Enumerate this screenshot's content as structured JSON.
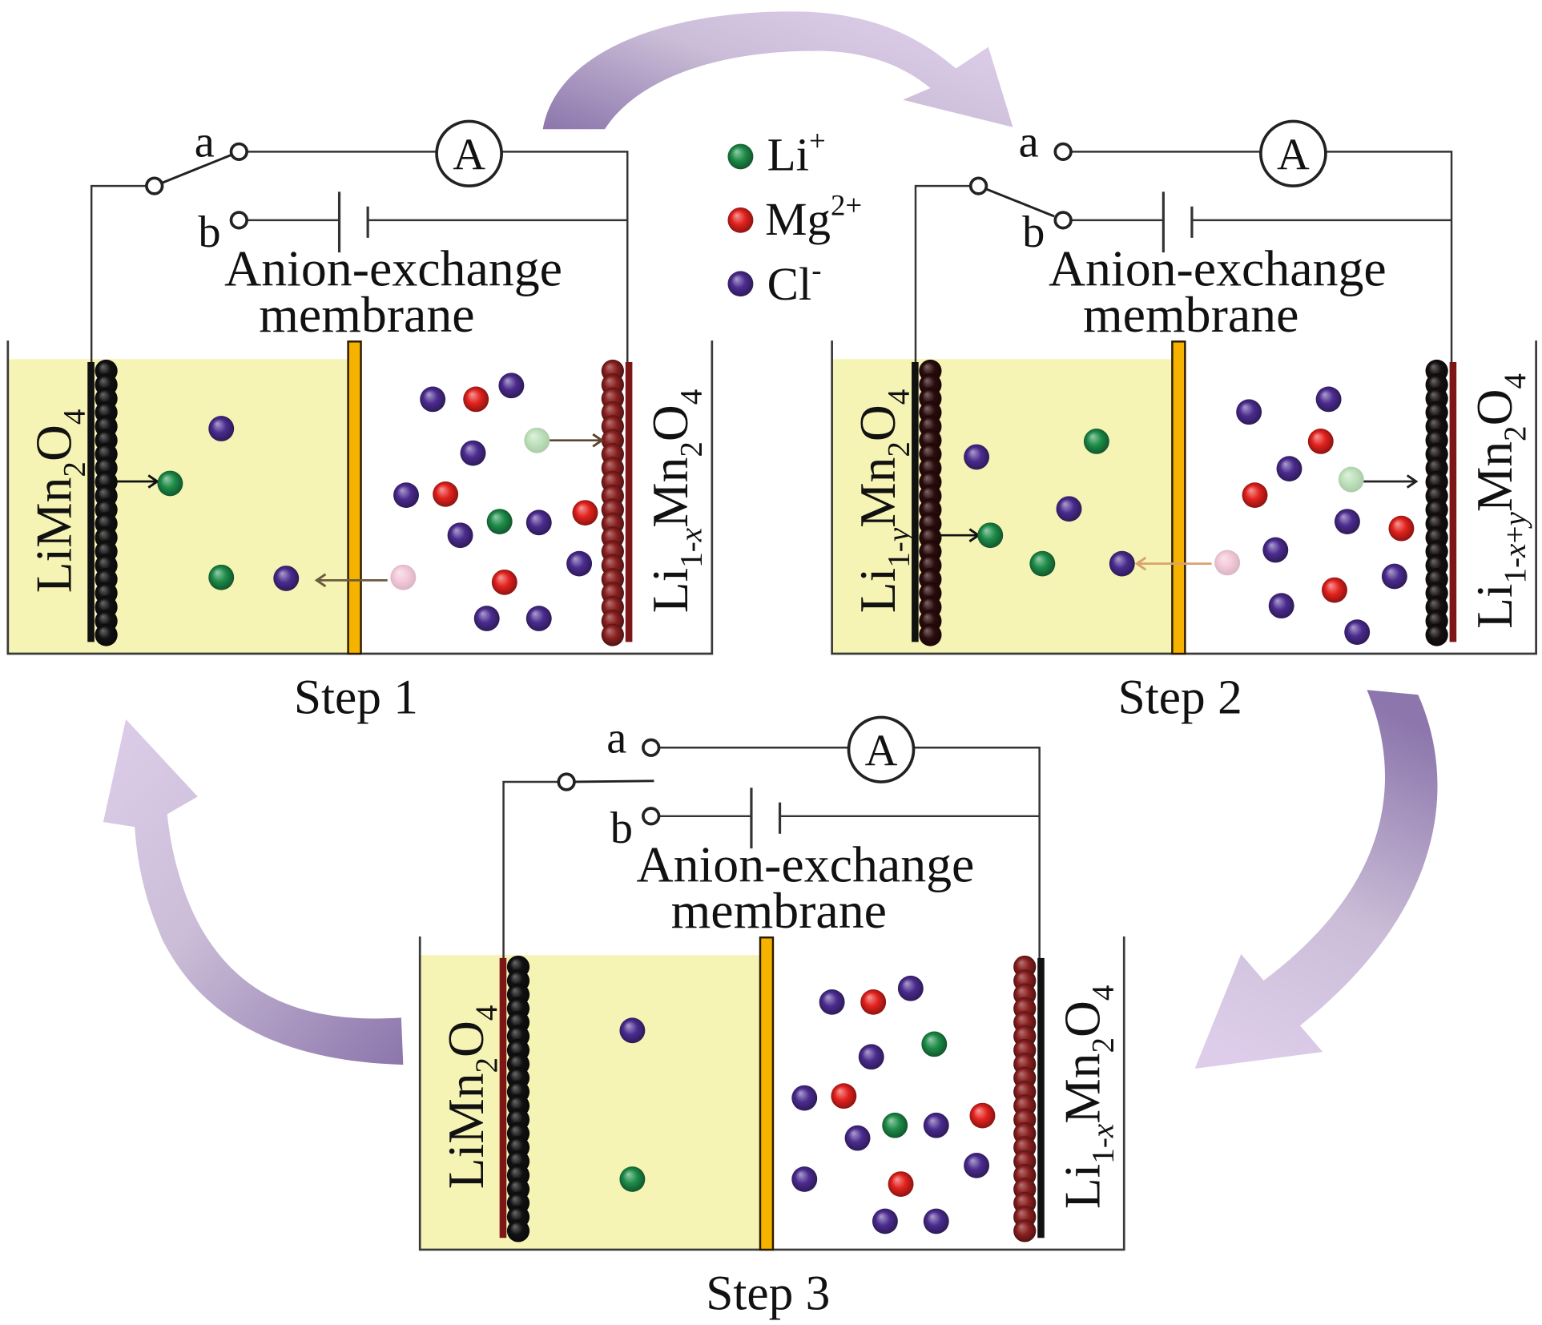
{
  "legend": [
    {
      "ion": "lithium",
      "symbol": "Li",
      "charge": "+",
      "color": "#1d8c48"
    },
    {
      "ion": "magnesium",
      "symbol": "Mg",
      "charge": "2+",
      "color": "#e3211d"
    },
    {
      "ion": "chloride",
      "symbol": "Cl",
      "charge": "-",
      "color": "#4b2b8f"
    }
  ],
  "colors": {
    "electrolyte": "#f6f4b4",
    "membrane": "#f5b300",
    "ghost_lithium": "#bfe2bc",
    "ghost_chloride": "#f3c9d9",
    "cycle_arrow_dark": "#8c76ac",
    "cycle_arrow_light": "#ddcdea"
  },
  "steps": [
    {
      "label": "Step 1",
      "terminal_a": "a",
      "terminal_b": "b",
      "ammeter": "A",
      "membrane_label": [
        "Anion-exchange",
        "membrane"
      ],
      "switch_position": "a",
      "left_electrode": {
        "parts": [
          {
            "text": "LiMn"
          },
          {
            "text": "2",
            "sub": true
          },
          {
            "text": "O"
          },
          {
            "text": "4",
            "sub": true
          }
        ],
        "bar_color": "#111111",
        "particle_color": "#111111"
      },
      "right_electrode": {
        "parts": [
          {
            "text": "Li"
          },
          {
            "text": "1-",
            "sub": true
          },
          {
            "text": "x",
            "sub": true,
            "italic": true
          },
          {
            "text": "Mn"
          },
          {
            "text": "2",
            "sub": true
          },
          {
            "text": "O"
          },
          {
            "text": "4",
            "sub": true
          }
        ],
        "bar_color": "#7d1616",
        "particle_color": "#8a2020"
      }
    },
    {
      "label": "Step 2",
      "terminal_a": "a",
      "terminal_b": "b",
      "ammeter": "A",
      "membrane_label": [
        "Anion-exchange",
        "membrane"
      ],
      "switch_position": "b",
      "left_electrode": {
        "parts": [
          {
            "text": "Li"
          },
          {
            "text": "1-",
            "sub": true
          },
          {
            "text": "y",
            "sub": true,
            "italic": true
          },
          {
            "text": "Mn"
          },
          {
            "text": "2",
            "sub": true
          },
          {
            "text": "O"
          },
          {
            "text": "4",
            "sub": true
          }
        ],
        "bar_color": "#111111",
        "particle_color": "#2b0c0c"
      },
      "right_electrode": {
        "parts": [
          {
            "text": "Li"
          },
          {
            "text": "1-",
            "sub": true
          },
          {
            "text": "x",
            "sub": true,
            "italic": true
          },
          {
            "text": "+",
            "sub": true
          },
          {
            "text": "y",
            "sub": true,
            "italic": true
          },
          {
            "text": "Mn"
          },
          {
            "text": "2",
            "sub": true
          },
          {
            "text": "O"
          },
          {
            "text": "4",
            "sub": true
          }
        ],
        "bar_color": "#7d1616",
        "particle_color": "#161010"
      }
    },
    {
      "label": "Step 3",
      "terminal_a": "a",
      "terminal_b": "b",
      "ammeter": "A",
      "membrane_label": [
        "Anion-exchange",
        "membrane"
      ],
      "switch_position": "open",
      "left_electrode": {
        "parts": [
          {
            "text": "LiMn"
          },
          {
            "text": "2",
            "sub": true
          },
          {
            "text": "O"
          },
          {
            "text": "4",
            "sub": true
          }
        ],
        "bar_color": "#7d1616",
        "particle_color": "#111111"
      },
      "right_electrode": {
        "parts": [
          {
            "text": "Li"
          },
          {
            "text": "1-",
            "sub": true
          },
          {
            "text": "x",
            "sub": true,
            "italic": true
          },
          {
            "text": "Mn"
          },
          {
            "text": "2",
            "sub": true
          },
          {
            "text": "O"
          },
          {
            "text": "4",
            "sub": true
          }
        ],
        "bar_color": "#111111",
        "particle_color": "#8a2020"
      }
    }
  ]
}
